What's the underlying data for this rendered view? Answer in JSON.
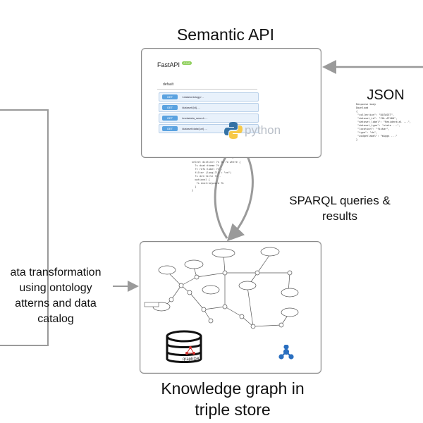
{
  "labels": {
    "semantic_api": "Semantic API",
    "json": "JSON",
    "sparql_line1": "SPARQL queries &",
    "sparql_line2": "results",
    "transform_line1": "ata transformation",
    "transform_line2": "using ontology",
    "transform_line3": "atterns and data",
    "transform_line4": "catalog",
    "kg_line1": "Knowledge graph in",
    "kg_line2": "triple store"
  },
  "fastapi": {
    "title": "FastAPI",
    "version_badge": "0.1.0",
    "section": "default",
    "python_label": "python",
    "endpoints": [
      {
        "method": "GET",
        "path": "/ data/ontology/..."
      },
      {
        "method": "GET",
        "path": "/dataset/{id}  ..."
      },
      {
        "method": "GET",
        "path": "/metadata_search  ..."
      },
      {
        "method": "GET",
        "path": "/dataset/data/{uri}  ..."
      }
    ]
  },
  "json_snippet": "Response body\nDownload\n{\n \"collection\": \"DATASET\",\n \"dataset_id\": \"COL-AT400\",\n \"dataset_label\": \"Residential ...\",\n \"dataset_type\": \"state ...\",\n \"location\": \"fiskar\",\n \"type\": \"ds\",\n \"widgetlabel\": \"Wiggs ...\"\n}",
  "sparql_snippet": "select distinct ?s ?p ?o where {\n  ?s dcat:theme ?t .\n  ?t rdfs:label ?l .\n  filter (lang(?l) = \"en\")\n  ?s dct:title ?n .\n  optional {\n   ?s dcat:keyword ?k\n  }\n}",
  "graph_store_label": "graphDB",
  "colors": {
    "arrow": "#9a9a9a",
    "box_border": "#8a8a8a",
    "fastapi_accent": "#5aa2e0",
    "python_blue": "#3572a5",
    "python_yellow": "#f7c948",
    "graphdb_red": "#d0312d",
    "network_blue": "#2a6fc0"
  },
  "icons": [
    "python-logo-icon",
    "database-icon",
    "network-icon"
  ]
}
